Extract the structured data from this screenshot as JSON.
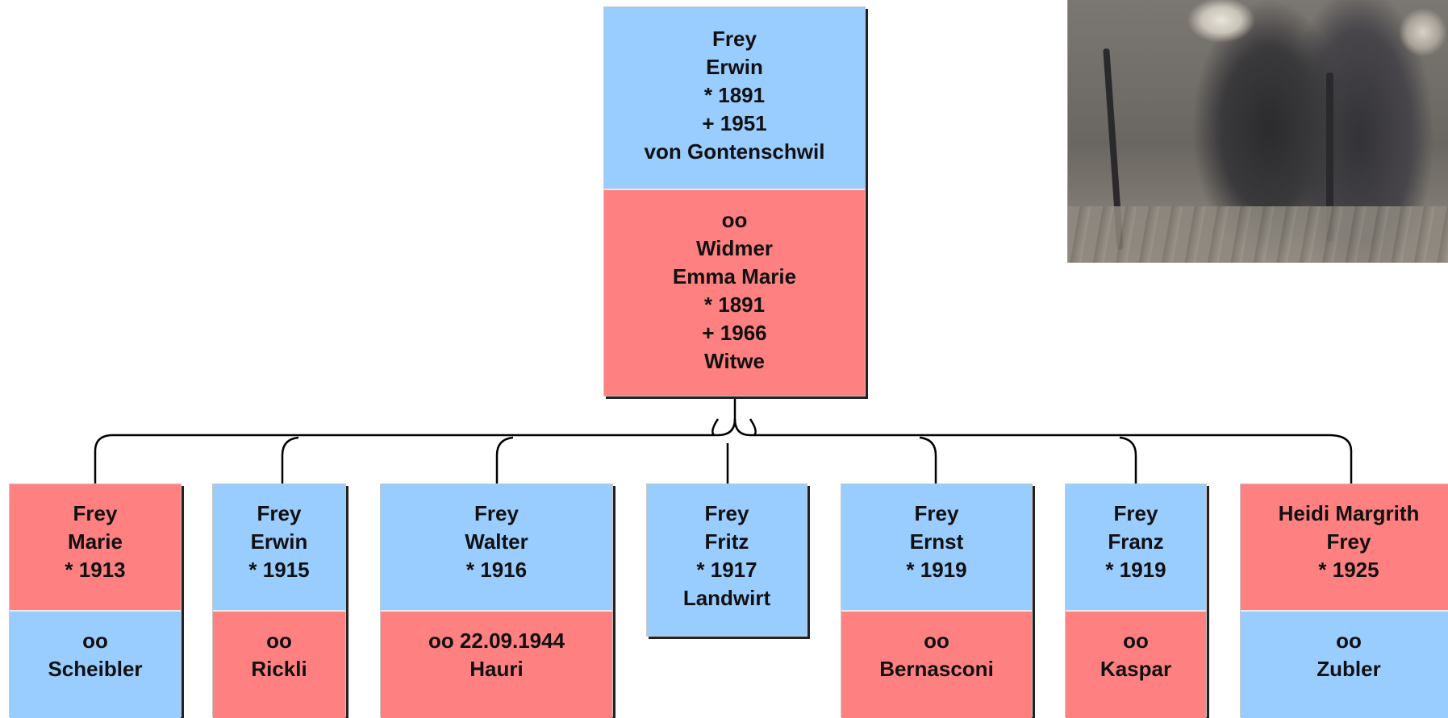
{
  "parents": {
    "husband": [
      "Frey",
      "Erwin",
      "* 1891",
      "+ 1951",
      "von Gontenschwil"
    ],
    "wife": [
      "oo",
      "Widmer",
      "Emma Marie",
      "* 1891",
      "+ 1966",
      "Witwe"
    ]
  },
  "children": [
    {
      "person": [
        "Frey",
        "Marie",
        "* 1913"
      ],
      "person_color": "red",
      "spouse": [
        "oo",
        "Scheibler"
      ],
      "spouse_color": "blue"
    },
    {
      "person": [
        "Frey",
        "Erwin",
        "* 1915"
      ],
      "person_color": "blue",
      "spouse": [
        "oo",
        "Rickli"
      ],
      "spouse_color": "red"
    },
    {
      "person": [
        "Frey",
        "Walter",
        "* 1916"
      ],
      "person_color": "blue",
      "spouse": [
        "oo 22.09.1944",
        "Hauri"
      ],
      "spouse_color": "red"
    },
    {
      "person": [
        "Frey",
        "Fritz",
        "* 1917",
        "Landwirt"
      ],
      "person_color": "blue",
      "spouse": [],
      "spouse_color": ""
    },
    {
      "person": [
        "Frey",
        "Ernst",
        "* 1919"
      ],
      "person_color": "blue",
      "spouse": [
        "oo",
        "Bernasconi"
      ],
      "spouse_color": "red"
    },
    {
      "person": [
        "Frey",
        "Franz",
        "* 1919"
      ],
      "person_color": "blue",
      "spouse": [
        "oo",
        "Kaspar"
      ],
      "spouse_color": "red"
    },
    {
      "person": [
        "Heidi Margrith",
        "Frey",
        "* 1925"
      ],
      "person_color": "red",
      "spouse": [
        "oo",
        "Zubler"
      ],
      "spouse_color": "blue"
    }
  ],
  "colors": {
    "male": "#99ccff",
    "female": "#ff8080",
    "line": "#000000"
  },
  "photo": {
    "icon": "family-photo-image"
  }
}
